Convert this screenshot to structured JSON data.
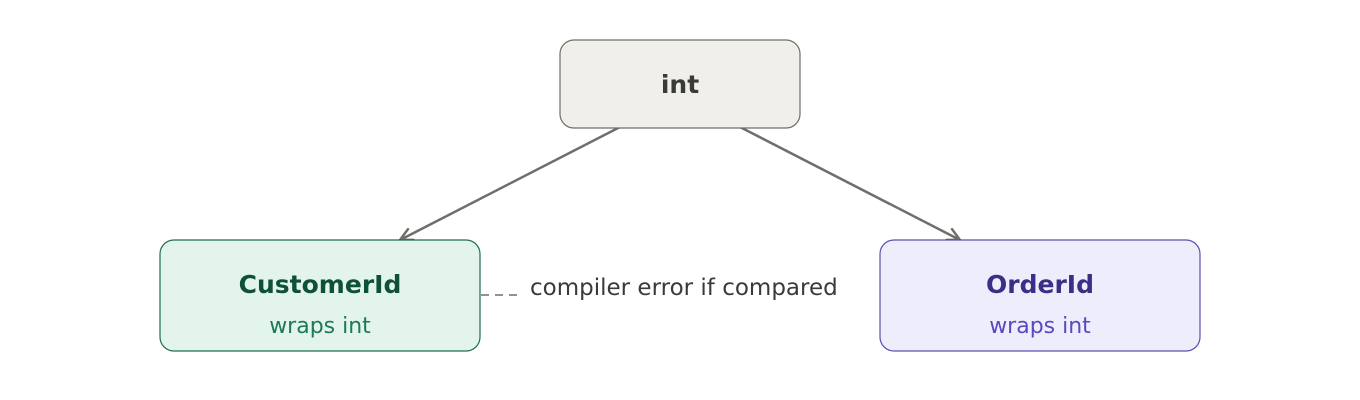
{
  "nodes": {
    "base": {
      "title": "int"
    },
    "customer": {
      "title": "CustomerId",
      "subtitle": "wraps int"
    },
    "order": {
      "title": "OrderId",
      "subtitle": "wraps int"
    }
  },
  "annotation": {
    "text": "compiler error if compared"
  },
  "colors": {
    "base_fill": "#f1efe9",
    "base_stroke": "#6f6e6a",
    "base_text": "#3a3a38",
    "customer_fill": "#e2f4ec",
    "customer_stroke": "#1e6e4e",
    "customer_title": "#0f5138",
    "customer_sub": "#1d7a55",
    "order_fill": "#eeedfb",
    "order_stroke": "#5a4fb0",
    "order_title": "#3a2f86",
    "order_sub": "#5a48c0",
    "edge": "#6f6e6a",
    "note_text": "#3a3a38"
  }
}
